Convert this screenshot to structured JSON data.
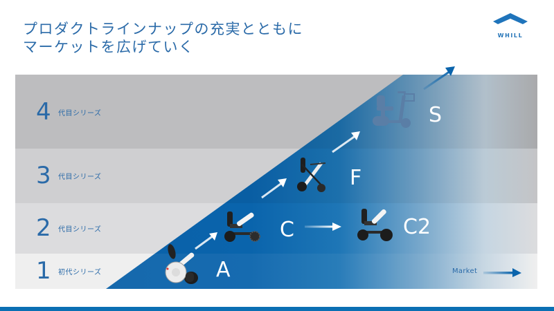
{
  "header": {
    "title_line1": "プロダクトラインナップの充実とともに",
    "title_line2": "マーケットを広げていく"
  },
  "logo": {
    "text": "WHILL",
    "icon": "whill-chevron-logo",
    "color": "#1f74bb"
  },
  "colors": {
    "accent": "#0a64ac",
    "title": "#2a6aa8",
    "band_4": "#bdbdbf",
    "band_3": "#cfcfd1",
    "band_2": "#dcdcde",
    "band_1": "#efefef",
    "bottom_bar": "#0b6fb3"
  },
  "bands": [
    {
      "number": "4",
      "label": "代目シリーズ"
    },
    {
      "number": "3",
      "label": "代目シリーズ"
    },
    {
      "number": "2",
      "label": "代目シリーズ"
    },
    {
      "number": "1",
      "label": "初代シリーズ"
    }
  ],
  "products": [
    {
      "name": "A",
      "generation": "1",
      "icon": "wheelchair-model-a-icon"
    },
    {
      "name": "C",
      "generation": "2",
      "icon": "wheelchair-model-c-icon"
    },
    {
      "name": "C2",
      "generation": "2",
      "icon": "wheelchair-model-c2-icon"
    },
    {
      "name": "F",
      "generation": "3",
      "icon": "wheelchair-model-f-icon"
    },
    {
      "name": "S",
      "generation": "4",
      "icon": "scooter-model-s-icon"
    }
  ],
  "market": {
    "label": "Market",
    "icon": "arrow-right-icon"
  }
}
